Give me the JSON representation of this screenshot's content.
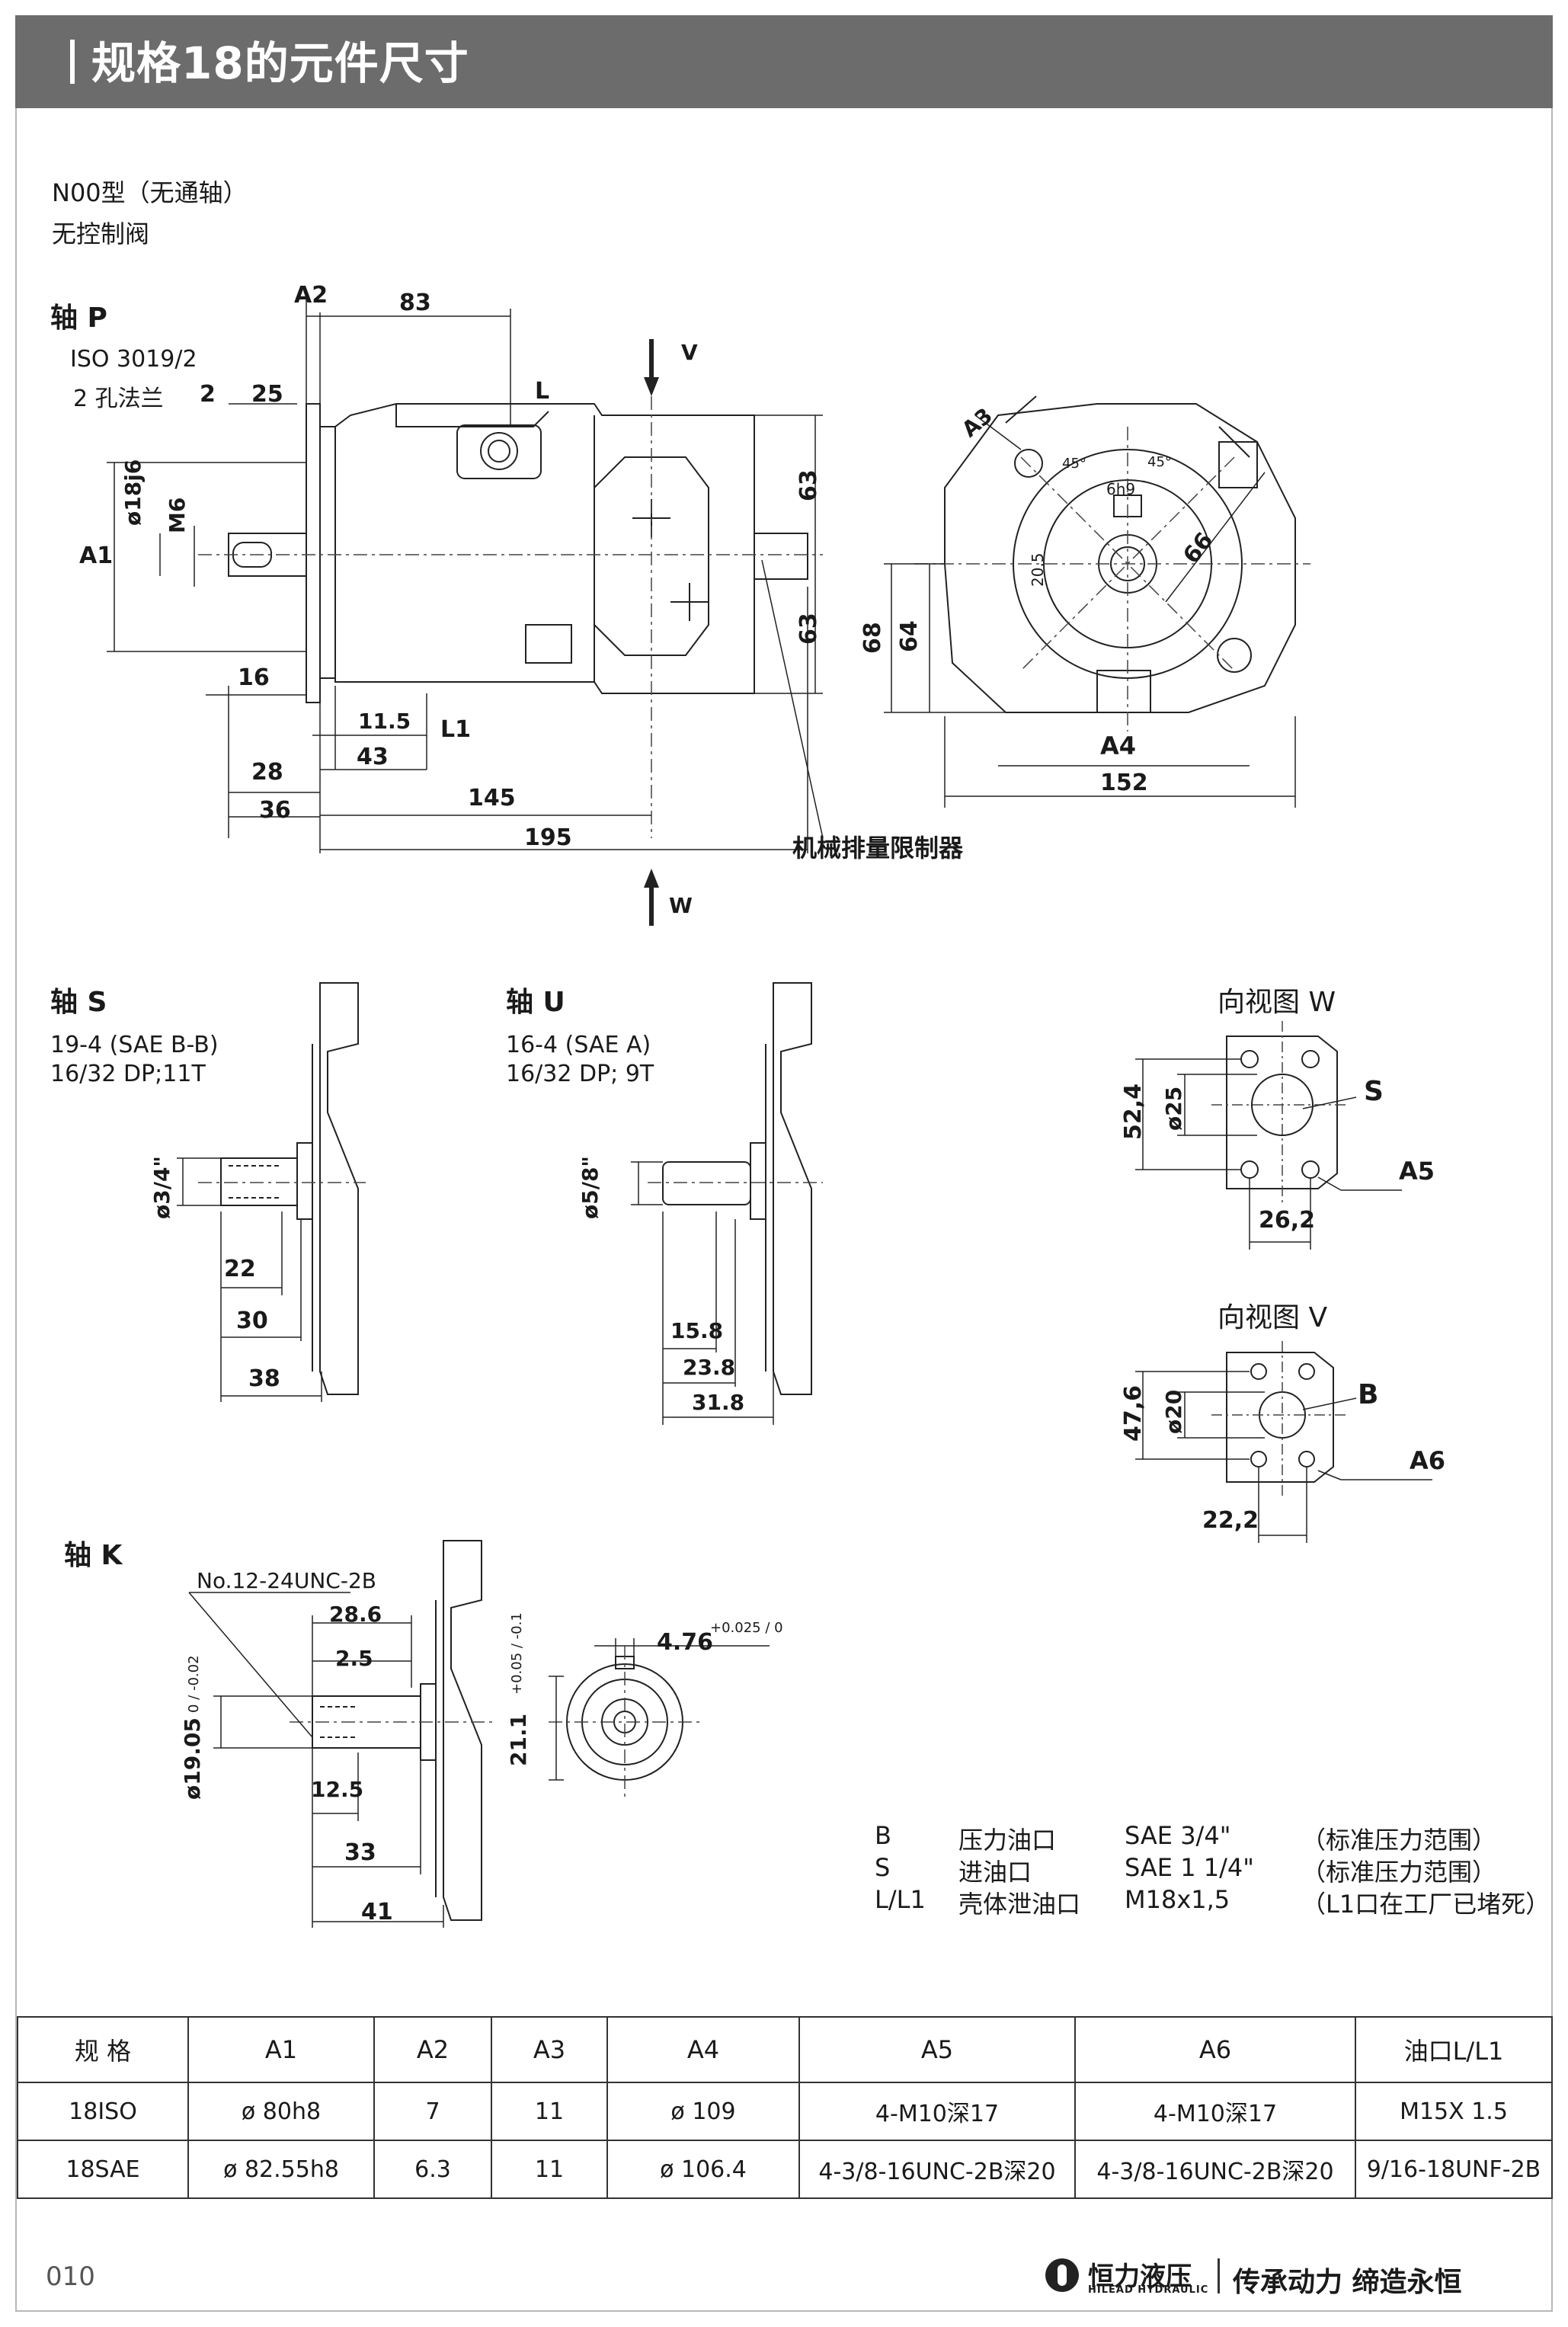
{
  "header": {
    "title": "规格18的元件尺寸"
  },
  "model": {
    "line1": "N00型（无通轴）",
    "line2": "无控制阀"
  },
  "shaft_p": {
    "label": "轴 P",
    "flange_line1": "ISO 3019/2",
    "flange_line2": "2 孔法兰",
    "dims": {
      "a2": "A2",
      "d83": "83",
      "d2": "2",
      "d25": "25",
      "a1": "A1",
      "dia18": "ø18j6",
      "m6": "M6",
      "d16": "16",
      "d11_5": "11.5",
      "l1": "L1",
      "d43": "43",
      "d28": "28",
      "d36": "36",
      "d145": "145",
      "d195": "195",
      "l": "L",
      "v": "V",
      "w": "W",
      "d63a": "63",
      "d63b": "63",
      "limiter": "机械排量限制器"
    }
  },
  "front_view": {
    "a3": "A3",
    "deg45a": "45°",
    "deg45b": "45°",
    "key": "6h9",
    "shaft_h": "20.5",
    "d66": "66",
    "d68": "68",
    "d64": "64",
    "a4": "A4",
    "d152": "152"
  },
  "shaft_s": {
    "label": "轴 S",
    "line1": "19-4 (SAE B-B)",
    "line2": "16/32 DP;11T",
    "dia": "ø3/4\"",
    "d22": "22",
    "d30": "30",
    "d38": "38"
  },
  "shaft_u": {
    "label": "轴 U",
    "line1": "16-4 (SAE A)",
    "line2": "16/32 DP; 9T",
    "dia": "ø5/8\"",
    "d15_8": "15.8",
    "d23_8": "23.8",
    "d31_8": "31.8"
  },
  "view_w": {
    "label": "向视图 W",
    "d52_4": "52,4",
    "d25": "ø25",
    "s": "S",
    "a5": "A5",
    "d26_2": "26,2"
  },
  "view_v": {
    "label": "向视图 V",
    "d47_6": "47,6",
    "d20": "ø20",
    "b": "B",
    "a6": "A6",
    "d22_2": "22,2"
  },
  "shaft_k": {
    "label": "轴 K",
    "thread": "No.12-24UNC-2B",
    "d28_6": "28.6",
    "d2_5": "2.5",
    "dia": "ø19.05",
    "dia_tol": "0 / -0.02",
    "d12_5": "12.5",
    "d33": "33",
    "d41": "41",
    "key": "4.76",
    "key_tol": "+0.025 / 0",
    "h21": "21.1",
    "h21_tol": "+0.05 / -0.1"
  },
  "ports": [
    {
      "code": "B",
      "name": "压力油口",
      "size": "SAE 3/4\"",
      "note": "（标准压力范围）"
    },
    {
      "code": "S",
      "name": "进油口",
      "size": "SAE 1 1/4\"",
      "note": "（标准压力范围）"
    },
    {
      "code": "L/L1",
      "name": "壳体泄油口",
      "size": "M18x1,5",
      "note": "（L1口在工厂已堵死）"
    }
  ],
  "table": {
    "headers": [
      "规 格",
      "A1",
      "A2",
      "A3",
      "A4",
      "A5",
      "A6",
      "油口L/L1"
    ],
    "rows": [
      [
        "18ISO",
        "ø 80h8",
        "7",
        "11",
        "ø 109",
        "4-M10深17",
        "4-M10深17",
        "M15X 1.5"
      ],
      [
        "18SAE",
        "ø  82.55h8",
        "6.3",
        "11",
        "ø 106.4",
        "4-3/8-16UNC-2B深20",
        "4-3/8-16UNC-2B深20",
        "9/16-18UNF-2B"
      ]
    ]
  },
  "footer": {
    "page": "010",
    "brand": "恒力液压",
    "brand_en": "HILEAD HYDRAULIC",
    "slogan": "传承动力 缔造永恒"
  }
}
